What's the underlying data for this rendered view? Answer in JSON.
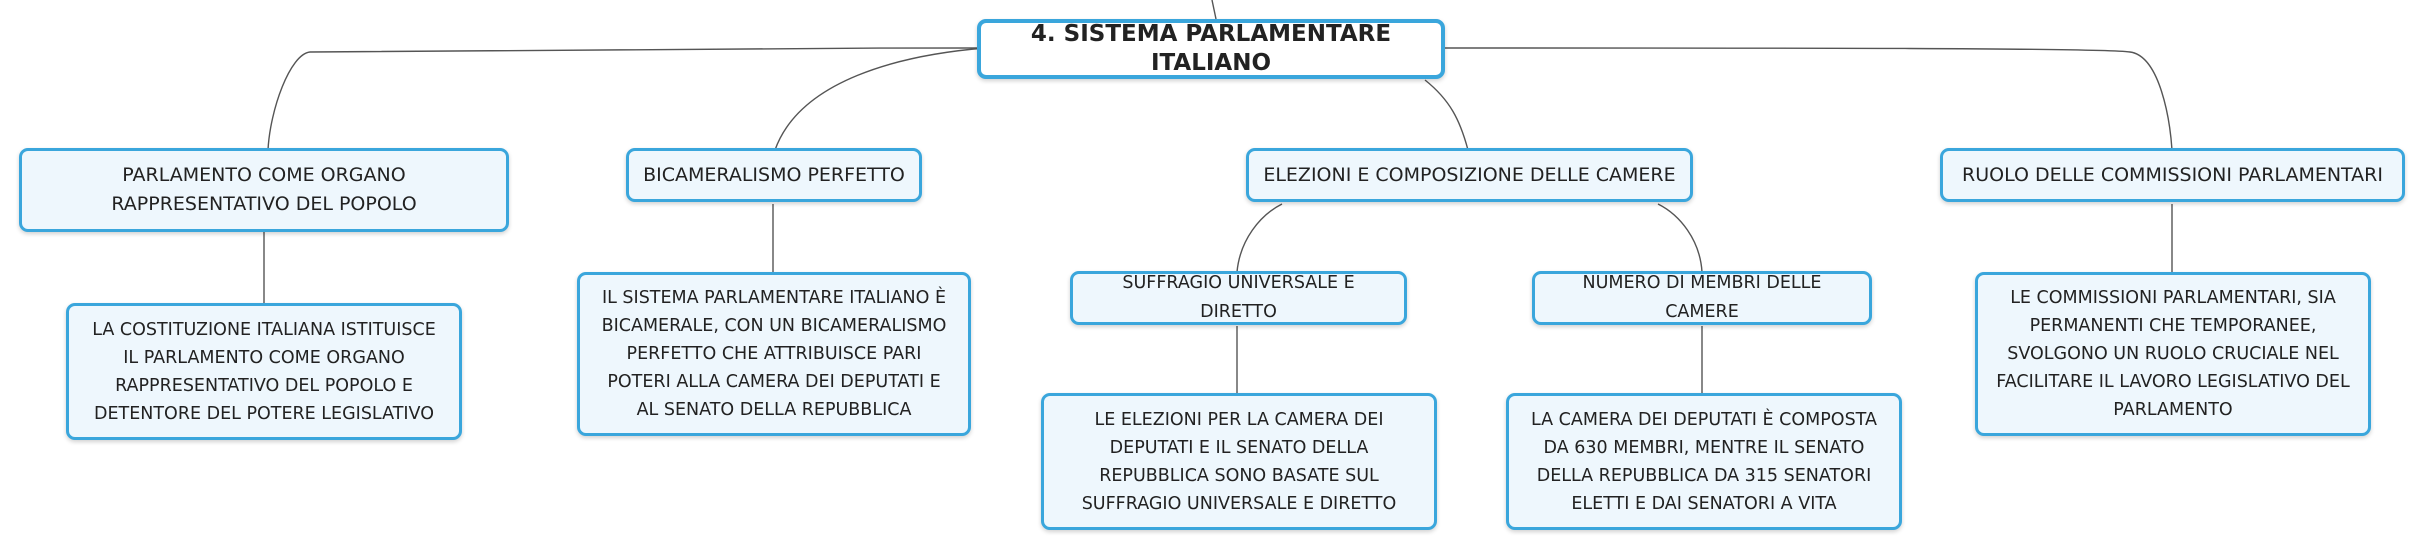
{
  "root": {
    "label": "4. SISTEMA PARLAMENTARE ITALIANO"
  },
  "branches": [
    {
      "label": "PARLAMENTO COME ORGANO RAPPRESENTATIVO DEL POPOLO",
      "detail": "LA COSTITUZIONE ITALIANA ISTITUISCE IL PARLAMENTO COME ORGANO RAPPRESENTATIVO DEL POPOLO E DETENTORE DEL POTERE LEGISLATIVO"
    },
    {
      "label": "BICAMERALISMO PERFETTO",
      "detail": "IL SISTEMA PARLAMENTARE ITALIANO È BICAMERALE, CON UN BICAMERALISMO PERFETTO CHE ATTRIBUISCE PARI POTERI ALLA CAMERA DEI DEPUTATI E AL SENATO DELLA REPUBBLICA"
    },
    {
      "label": "ELEZIONI E COMPOSIZIONE DELLE CAMERE",
      "children": [
        {
          "label": "SUFFRAGIO UNIVERSALE E DIRETTO",
          "detail": "LE ELEZIONI PER LA CAMERA DEI DEPUTATI E IL SENATO DELLA REPUBBLICA SONO BASATE SUL SUFFRAGIO UNIVERSALE E DIRETTO"
        },
        {
          "label": "NUMERO DI MEMBRI DELLE CAMERE",
          "detail": "LA CAMERA DEI DEPUTATI È COMPOSTA DA 630 MEMBRI, MENTRE IL SENATO DELLA REPUBBLICA DA 315 SENATORI ELETTI E DAI SENATORI A VITA"
        }
      ]
    },
    {
      "label": "RUOLO DELLE COMMISSIONI PARLAMENTARI",
      "detail": "LE COMMISSIONI PARLAMENTARI, SIA PERMANENTI CHE TEMPORANEE, SVOLGONO UN RUOLO CRUCIALE NEL FACILITARE IL LAVORO LEGISLATIVO DEL PARLAMENTO"
    }
  ],
  "colors": {
    "border": "#3aa6dc",
    "fill": "#eef7fd",
    "line": "#555555"
  }
}
